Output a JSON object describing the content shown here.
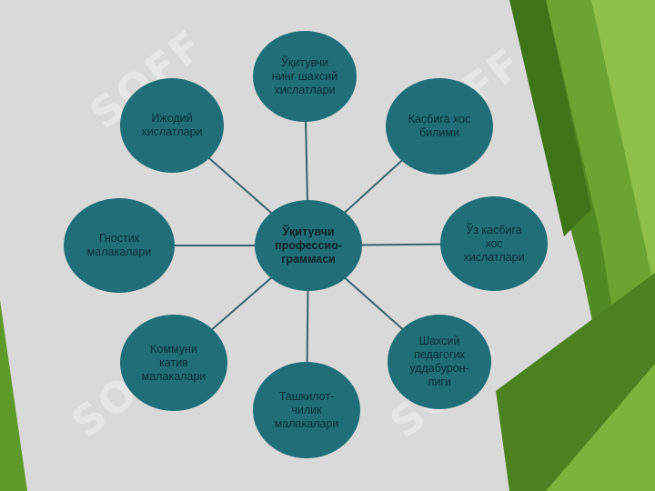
{
  "diagram": {
    "center": {
      "label": "Ўқитувчи\nпрофессио-\nграммаси"
    },
    "nodes": [
      {
        "id": "top",
        "label": "Ўқитувчи\nнинг шахсий\nхислатлари"
      },
      {
        "id": "top-right",
        "label": "Касбига хос\nбилими"
      },
      {
        "id": "right",
        "label": "Ўз касбига\nхос\nхислатлари"
      },
      {
        "id": "bottom-right",
        "label": "Шахсий\nпедагогик\nуддабурон-\nлиги"
      },
      {
        "id": "bottom",
        "label": "Ташкилот-\nчилик\nмалакалари"
      },
      {
        "id": "bottom-left",
        "label": "Коммуни\nкатив\nмалакалари"
      },
      {
        "id": "left",
        "label": "Гностик\nмалакалари"
      },
      {
        "id": "top-left",
        "label": "Ижодий\nхислатлари"
      }
    ]
  },
  "colors": {
    "background": "#d9d9d9",
    "node_fill": "#1f6e78",
    "connector": "#39606a",
    "accent_green": "#5e9a2a"
  },
  "watermark": {
    "text": "SOFF"
  }
}
